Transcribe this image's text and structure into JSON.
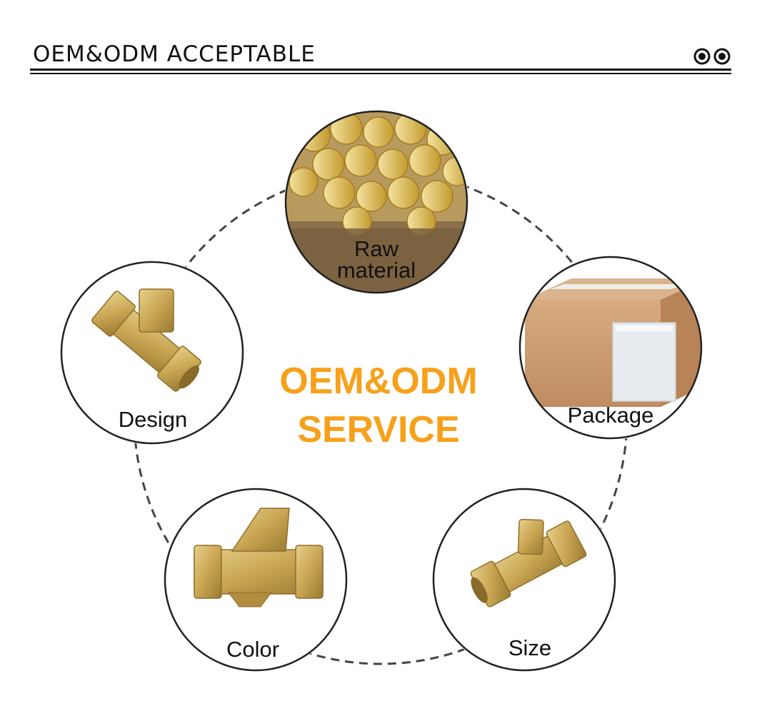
{
  "header": {
    "title": "OEM&ODM ACCEPTABLE",
    "icon": "double-ring-icon"
  },
  "center": {
    "line1": "OEM&ODM",
    "line2": "SERVICE",
    "color": "#f7a11a"
  },
  "items": [
    {
      "label_line1": "Raw",
      "label_line2": "material",
      "image": "brass-rods-photo"
    },
    {
      "label": "Package",
      "image": "carton-box-and-bag-photo"
    },
    {
      "label": "Size",
      "image": "brass-y-strainer-photo"
    },
    {
      "label": "Color",
      "image": "brass-y-strainer-photo"
    },
    {
      "label": "Design",
      "image": "brass-y-strainer-photo"
    }
  ],
  "colors": {
    "brass": "#c9a653",
    "box": "#c9966b",
    "ring": "#222222",
    "dash": "#444444"
  }
}
